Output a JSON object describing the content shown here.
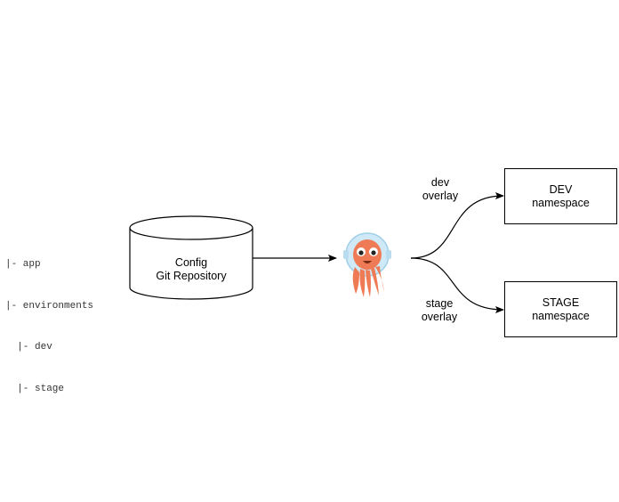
{
  "tree": {
    "lines": [
      "|- app",
      "|- environments",
      "  |- dev",
      "  |- stage"
    ]
  },
  "repository": {
    "line1": "Config",
    "line2": "Git Repository"
  },
  "argo": {
    "icon": "argo-octopus-mascot"
  },
  "branches": {
    "dev": {
      "line1": "dev",
      "line2": "overlay"
    },
    "stage": {
      "line1": "stage",
      "line2": "overlay"
    }
  },
  "targets": {
    "dev": {
      "line1": "DEV",
      "line2": "namespace"
    },
    "stage": {
      "line1": "STAGE",
      "line2": "namespace"
    }
  },
  "colors": {
    "argo_orange": "#ee7b55",
    "argo_helmet": "#cfe9f7",
    "stroke": "#000000"
  }
}
